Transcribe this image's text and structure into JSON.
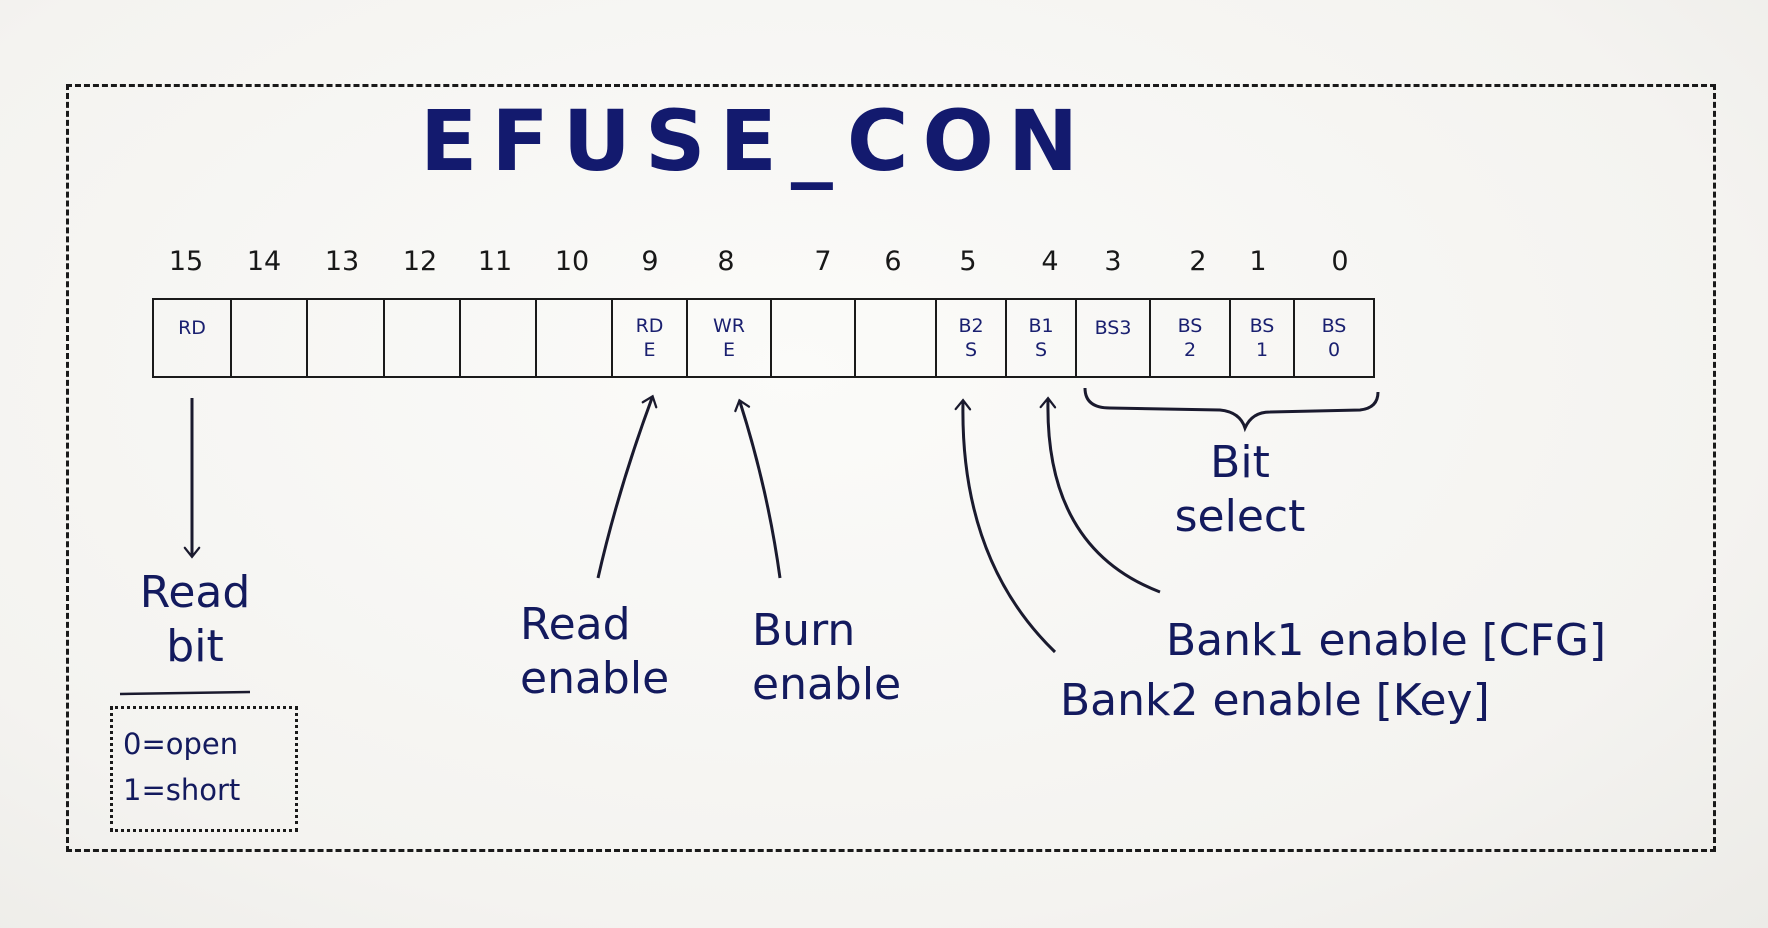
{
  "title": "EFUSE_CON",
  "bit_numbers": [
    "15",
    "14",
    "13",
    "12",
    "11",
    "10",
    "9",
    "8",
    "7",
    "6",
    "5",
    "4",
    "3",
    "2",
    "1",
    "0"
  ],
  "fields": [
    {
      "bit": "15",
      "label": "RD"
    },
    {
      "bit": "9",
      "label": "RD\nE"
    },
    {
      "bit": "8",
      "label": "WR\nE"
    },
    {
      "bit": "5",
      "label": "B2\nS"
    },
    {
      "bit": "4",
      "label": "B1\nS"
    },
    {
      "bit": "3",
      "label": "BS3"
    },
    {
      "bit": "2",
      "label": "BS\n2"
    },
    {
      "bit": "1",
      "label": "BS\n1"
    },
    {
      "bit": "0",
      "label": "BS\n0"
    }
  ],
  "annotations": {
    "read_bit": "Read\nbit",
    "read_enable": "Read\nenable",
    "burn_enable": "Burn\nenable",
    "bit_select": "Bit\nselect",
    "bank1_enable": "Bank1 enable [CFG]",
    "bank2_enable": "Bank2 enable [Key]"
  },
  "legend": [
    "0=open",
    "1=short"
  ],
  "colors": {
    "ink_blue": "#131a5e",
    "ink_black": "#1a1a1a"
  }
}
